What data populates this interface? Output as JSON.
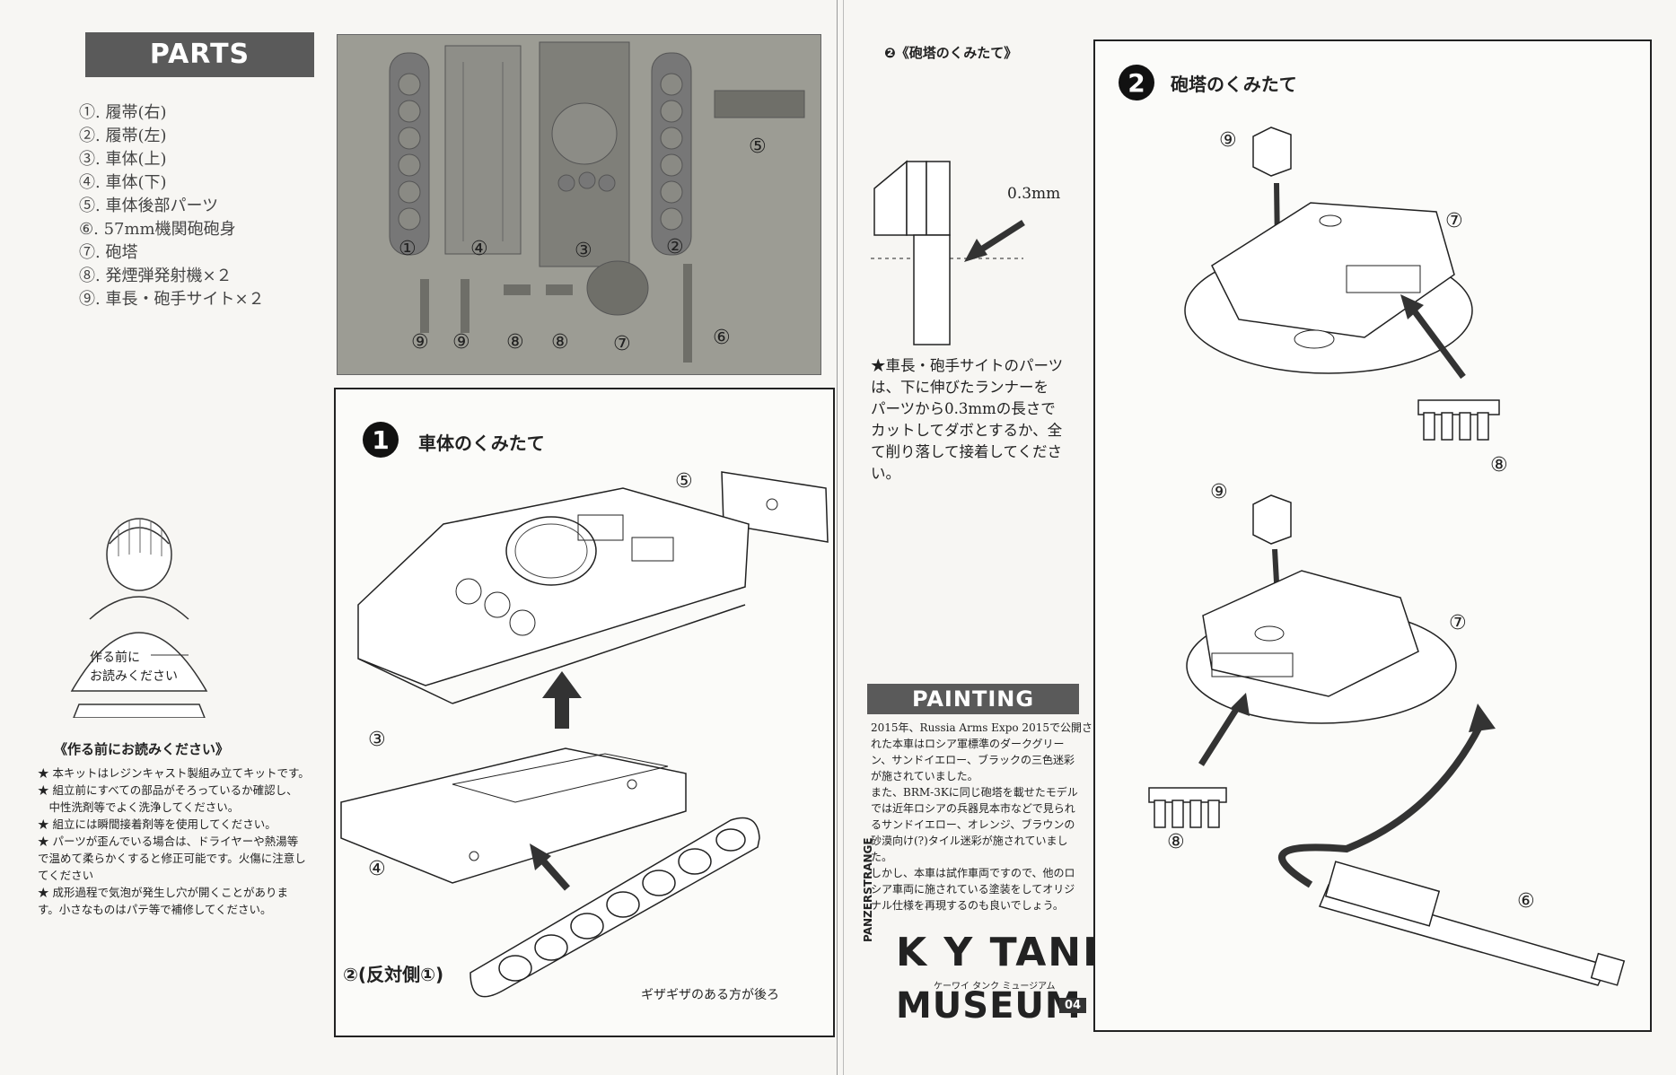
{
  "parts": {
    "heading": "PARTS",
    "items": [
      "①. 履帯(右)",
      "②. 履帯(左)",
      "③. 車体(上)",
      "④. 車体(下)",
      "⑤. 車体後部パーツ",
      "⑥. 57mm機関砲砲身",
      "⑦. 砲塔",
      "⑧. 発煙弾発射機×２",
      "⑨. 車長・砲手サイト×２"
    ]
  },
  "photo_labels": [
    "①",
    "④",
    "③",
    "②",
    "⑤",
    "⑨",
    "⑨",
    "⑧",
    "⑧",
    "⑦",
    "⑥"
  ],
  "mascot": {
    "sign_line1": "作る前に",
    "sign_line2": "お読みください"
  },
  "read_first": {
    "title": "《作る前にお読みください》",
    "lines": [
      "★ 本キットはレジンキャスト製組み立てキットです。",
      "★ 組立前にすべての部品がそろっているか確認し、",
      "　中性洗剤等でよく洗浄してください。",
      "★ 組立には瞬間接着剤等を使用してください。",
      "★ パーツが歪んでいる場合は、ドライヤーや熱湯等",
      "で温めて柔らかくすると修正可能です。火傷に注意し",
      "てください",
      "★ 成形過程で気泡が発生し穴が開くことがありま",
      "す。小さなものはパテ等で補修してください。"
    ]
  },
  "step1": {
    "number": "1",
    "title": "車体のくみたて",
    "callouts": [
      "⑤",
      "③",
      "④"
    ],
    "opposite_label": "②(反対側①)",
    "track_note": "ギザギザのある方が後ろ"
  },
  "cut_detail": {
    "header": "❷《砲塔のくみたて》",
    "measure": "0.3mm",
    "note_lines": [
      "★車長・砲手サイトのパーツ",
      "は、下に伸びたランナーを",
      "パーツから0.3mmの長さで",
      "カットしてダボとするか、全",
      "て削り落して接着してくださ",
      "い。"
    ]
  },
  "painting": {
    "heading": "PAINTING",
    "lines": [
      "2015年、Russia Arms Expo 2015で公開さ",
      "れた本車はロシア軍標準のダークグリー",
      "ン、サンドイエロー、ブラックの三色迷彩",
      "が施されていました。",
      "また、BRM-3Kに同じ砲塔を載せたモデル",
      "では近年ロシアの兵器見本市などで見られ",
      "るサンドイエロー、オレンジ、ブラウンの",
      "砂漠向け(?)タイル迷彩が施されていまし",
      "た。",
      "しかし、本車は試作車両ですので、他のロ",
      "シア車両に施されている塗装をしてオリジ",
      "ナル仕様を再現するのも良いでしょう。"
    ]
  },
  "logo": {
    "brand_vertical": "PANZERSTRANGE",
    "line1": "K Y TANK",
    "katakana": "ケーワイ タンク ミュージアム",
    "line2": "MUSEUM",
    "issue": "04"
  },
  "step2": {
    "number": "2",
    "title": "砲塔のくみたて",
    "callouts_top": [
      "⑨",
      "⑦",
      "⑧"
    ],
    "callouts_bottom": [
      "⑨",
      "⑦",
      "⑧",
      "⑥"
    ]
  }
}
